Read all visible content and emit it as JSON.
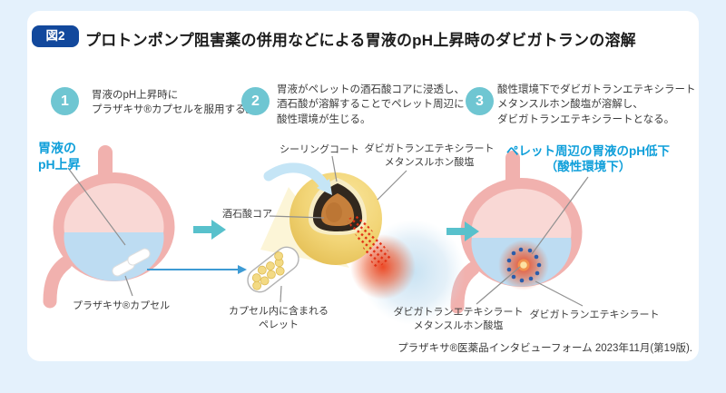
{
  "header": {
    "figure_badge": "図2",
    "title": "プロトンポンプ阻害薬の併用などによる胃液のpH上昇時のダビガトランの溶解"
  },
  "steps": [
    {
      "number": "1",
      "text": "胃液のpH上昇時に\nプラザキサ®カプセルを服用する。"
    },
    {
      "number": "2",
      "text": "胃液がペレットの酒石酸コアに浸透し、\n酒石酸が溶解することでペレット周辺に\n酸性環境が生じる。"
    },
    {
      "number": "3",
      "text": "酸性環境下でダビガトランエテキシラート\nメタンスルホン酸塩が溶解し、\nダビガトランエテキシラートとなる。"
    }
  ],
  "diagram": {
    "ph_rise_label": "胃液の\npH上昇",
    "capsule_label": "プラザキサ®カプセル",
    "sealing_coat_label": "シーリングコート",
    "drug_salt_label": "ダビガトランエテキシラート\nメタンスルホン酸塩",
    "core_label": "酒石酸コア",
    "pellets_label": "カプセル内に含まれる\nペレット",
    "dissolved_salt_label": "ダビガトランエテキシラート\nメタンスルホン酸塩",
    "etexilate_label": "ダビガトランエテキシラート",
    "ph_drop_label": "ペレット周辺の胃液のpH低下\n（酸性環境下）"
  },
  "footer": {
    "citation": "プラザキサ®医薬品インタビューフォーム 2023年11月(第19版)."
  },
  "colors": {
    "page_background": "#e4f1fc",
    "badge_navy": "#12489c",
    "step_teal": "#6fc6d2",
    "accent_blue": "#0f9fda",
    "stomach_pink": "#f1b1ae",
    "gastric_fluid_blue": "#bddcf2",
    "pellet_yellow": "#f2d577",
    "core_orange": "#c6803c",
    "acid_red": "#e8391a",
    "flow_arrow_teal": "#58c1cc"
  }
}
